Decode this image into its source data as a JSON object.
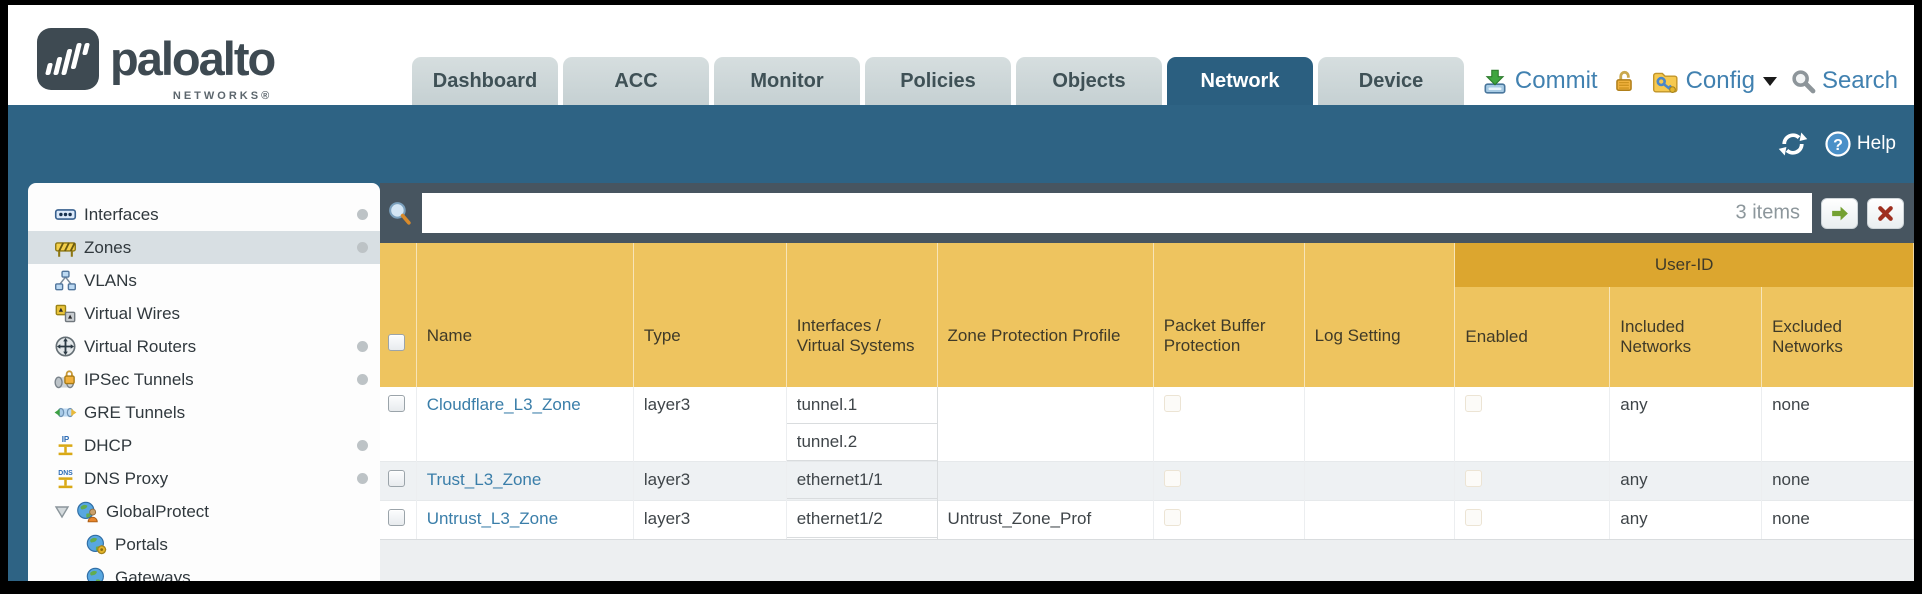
{
  "header": {
    "logo": {
      "brand": "paloalto",
      "sub": "NETWORKS®"
    },
    "tabs": [
      {
        "label": "Dashboard"
      },
      {
        "label": "ACC"
      },
      {
        "label": "Monitor"
      },
      {
        "label": "Policies"
      },
      {
        "label": "Objects"
      },
      {
        "label": "Network",
        "active": true
      },
      {
        "label": "Device"
      }
    ],
    "actions": {
      "commit_label": "Commit",
      "config_label": "Config",
      "search_label": "Search"
    }
  },
  "subheader": {
    "help_label": "Help"
  },
  "sidebar": {
    "items": [
      {
        "label": "Interfaces",
        "icon": "interfaces-icon",
        "dot": true
      },
      {
        "label": "Zones",
        "icon": "zones-icon",
        "selected": true,
        "dot": true
      },
      {
        "label": "VLANs",
        "icon": "vlans-icon"
      },
      {
        "label": "Virtual Wires",
        "icon": "virtual-wires-icon"
      },
      {
        "label": "Virtual Routers",
        "icon": "virtual-routers-icon",
        "dot": true
      },
      {
        "label": "IPSec Tunnels",
        "icon": "ipsec-tunnels-icon",
        "dot": true
      },
      {
        "label": "GRE Tunnels",
        "icon": "gre-tunnels-icon"
      },
      {
        "label": "DHCP",
        "icon": "dhcp-icon",
        "dot": true
      },
      {
        "label": "DNS Proxy",
        "icon": "dns-proxy-icon",
        "dot": true
      },
      {
        "label": "GlobalProtect",
        "icon": "globalprotect-icon",
        "expandable": true
      },
      {
        "label": "Portals",
        "icon": "portals-icon",
        "indent": true
      },
      {
        "label": "Gateways",
        "icon": "gateways-icon",
        "indent": true
      }
    ]
  },
  "toolbar": {
    "filter_value": "",
    "items_count": "3 items"
  },
  "table": {
    "group_header": "User-ID",
    "columns": [
      "Name",
      "Type",
      "Interfaces / Virtual Systems",
      "Zone Protection Profile",
      "Packet Buffer Protection",
      "Log Setting",
      "Enabled",
      "Included Networks",
      "Excluded Networks"
    ],
    "rows": [
      {
        "name": "Cloudflare_L3_Zone",
        "type": "layer3",
        "interfaces": [
          "tunnel.1",
          "tunnel.2"
        ],
        "zone_protection_profile": "",
        "log_setting": "",
        "included_networks": "any",
        "excluded_networks": "none"
      },
      {
        "name": "Trust_L3_Zone",
        "type": "layer3",
        "interfaces": [
          "ethernet1/1"
        ],
        "zone_protection_profile": "",
        "log_setting": "",
        "included_networks": "any",
        "excluded_networks": "none"
      },
      {
        "name": "Untrust_L3_Zone",
        "type": "layer3",
        "interfaces": [
          "ethernet1/2"
        ],
        "zone_protection_profile": "Untrust_Zone_Prof",
        "log_setting": "",
        "included_networks": "any",
        "excluded_networks": "none"
      }
    ]
  },
  "colors": {
    "accent_teal": "#2e6384",
    "active_tab": "#2b5f80",
    "header_orange": "#eec45f",
    "group_orange": "#dca62f",
    "toolbar_slate": "#475560",
    "link_blue": "#3a7ea9",
    "action_blue": "#4181b0"
  }
}
